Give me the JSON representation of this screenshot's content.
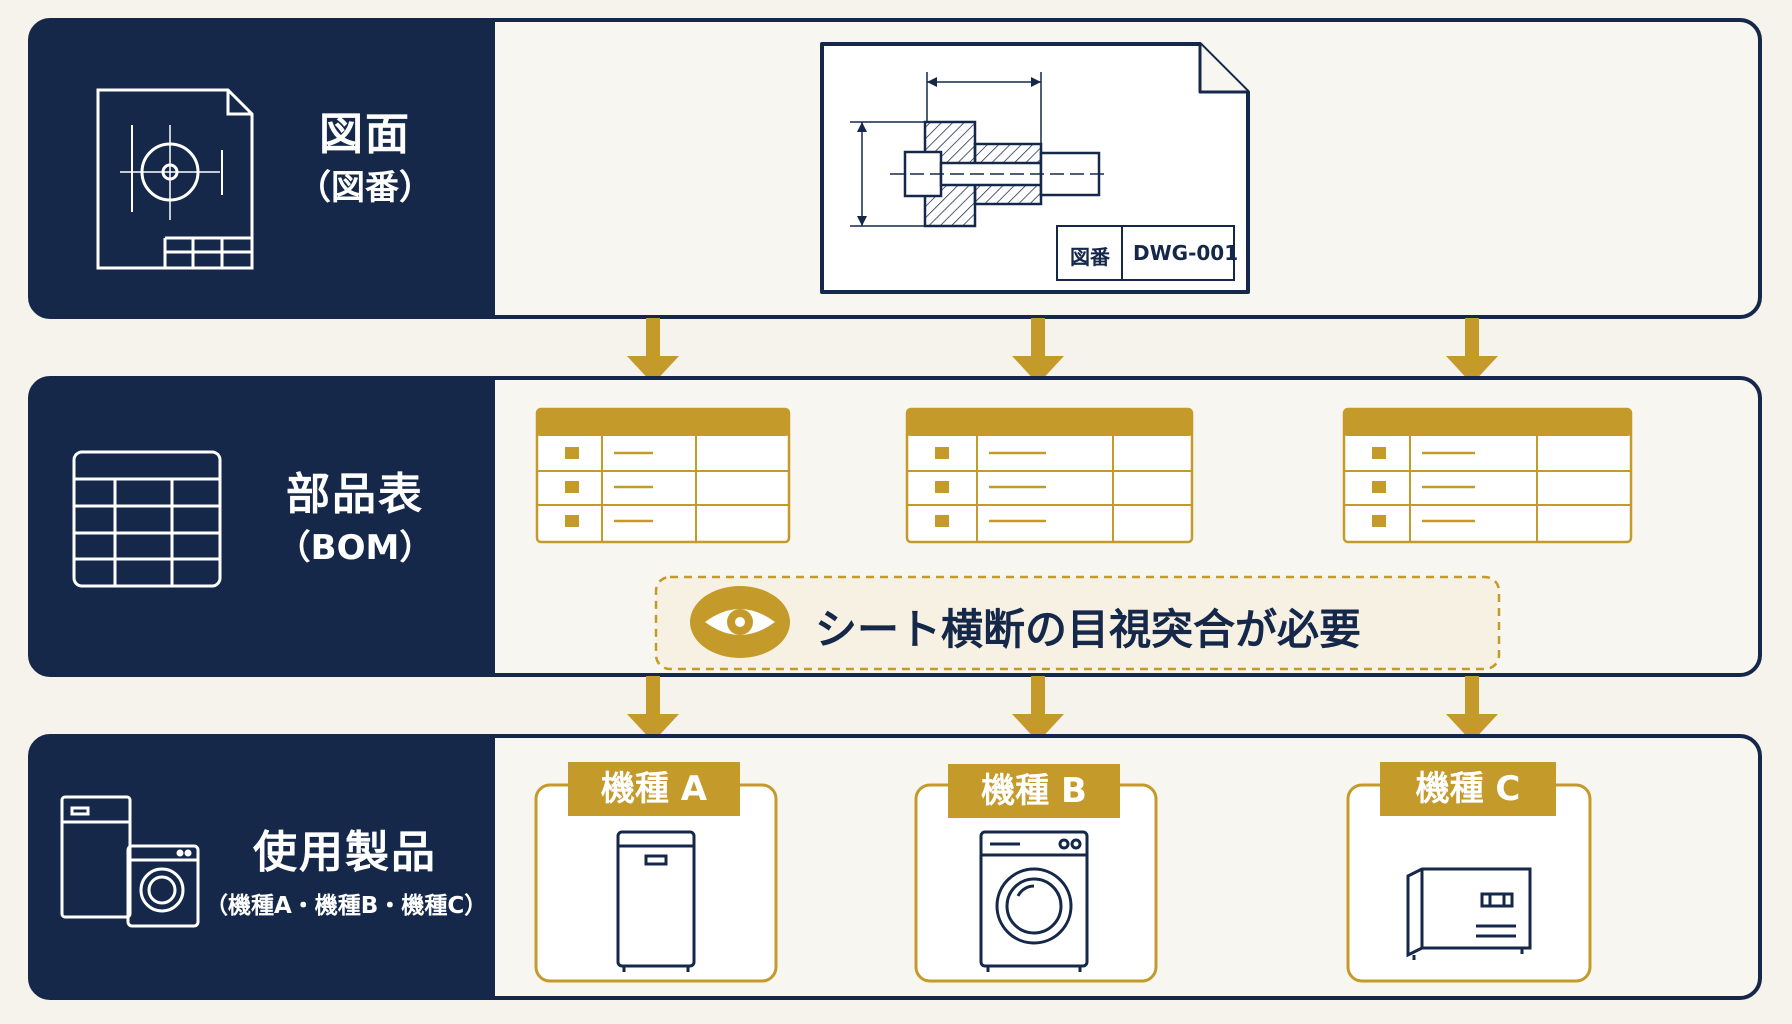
{
  "colors": {
    "navy": "#15284a",
    "gold": "#c49a2b",
    "cream": "#f6f3ec",
    "panel": "#f8f6f0"
  },
  "rows": {
    "drawing": {
      "title": "図面",
      "subtitle": "（図番）",
      "icon": "drawing-sheet-icon"
    },
    "bom": {
      "title": "部品表",
      "subtitle": "（BOM）",
      "icon": "table-icon"
    },
    "products": {
      "title": "使用製品",
      "subtitle": "（機種A・機種B・機種C）",
      "icon": "appliances-icon"
    }
  },
  "drawing_sheet": {
    "number_label": "図番",
    "number_value": "DWG-001"
  },
  "bom_sheet_count": 3,
  "check_note": {
    "text": "シート横断の目視突合が必要",
    "icon": "eye-icon"
  },
  "models": [
    {
      "label": "機種 A",
      "icon": "refrigerator-icon"
    },
    {
      "label": "機種 B",
      "icon": "washing-machine-icon"
    },
    {
      "label": "機種 C",
      "icon": "microwave-icon"
    }
  ]
}
